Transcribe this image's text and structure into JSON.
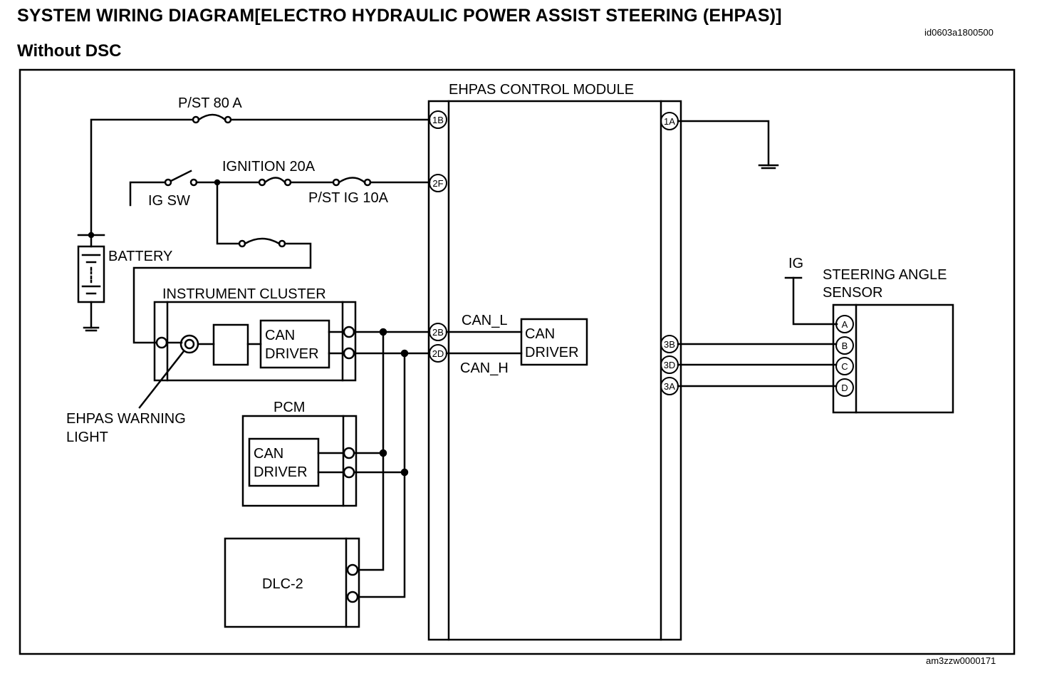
{
  "header": {
    "title": "SYSTEM WIRING DIAGRAM[ELECTRO HYDRAULIC POWER ASSIST STEERING (EHPAS)]",
    "subtitle": "Without DSC",
    "doc_id": "id0603a1800500",
    "figure_id": "am3zzw0000171"
  },
  "diagram": {
    "fuses": {
      "pst80": "P/ST 80 A",
      "ignition20": "IGNITION 20A",
      "pstig10": "P/ST IG 10A"
    },
    "ig_switch": "IG SW",
    "battery": "BATTERY",
    "instrument_cluster": {
      "label": "INSTRUMENT CLUSTER",
      "driver_line1": "CAN",
      "driver_line2": "DRIVER",
      "warning_light_line1": "EHPAS WARNING",
      "warning_light_line2": "LIGHT"
    },
    "pcm": {
      "label": "PCM",
      "driver_line1": "CAN",
      "driver_line2": "DRIVER"
    },
    "dlc": {
      "label": "DLC-2"
    },
    "ehpas_module": {
      "label": "EHPAS CONTROL MODULE",
      "driver_line1": "CAN",
      "driver_line2": "DRIVER",
      "can_l": "CAN_L",
      "can_h": "CAN_H",
      "pins": {
        "p1B": "1B",
        "p2F": "2F",
        "p2B": "2B",
        "p2D": "2D",
        "p1A": "1A",
        "p3B": "3B",
        "p3D": "3D",
        "p3A": "3A"
      }
    },
    "steering_sensor": {
      "label_line1": "STEERING ANGLE",
      "label_line2": "SENSOR",
      "ig": "IG",
      "pins": {
        "a": "A",
        "b": "B",
        "c": "C",
        "d": "D"
      }
    }
  }
}
